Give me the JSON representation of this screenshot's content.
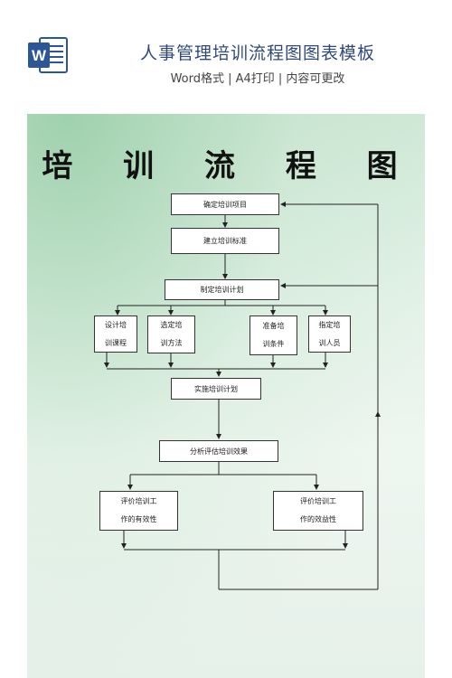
{
  "header": {
    "title": "人事管理培训流程图图表模板",
    "subtitle": "Word格式 | A4打印 | 内容可更改",
    "app_icon_letter": "W",
    "accent": "#2b5797"
  },
  "document": {
    "title": "培 训 流 程 图",
    "boxes": {
      "confirm_project": "确定培训项目",
      "set_standard": "建立培训标准",
      "make_plan": "制定培训计划",
      "design_course": [
        "设计培",
        "训课程"
      ],
      "choose_method": [
        "选定培",
        "训方法"
      ],
      "prepare_conditions": [
        "准备培",
        "训条件"
      ],
      "assign_staff": [
        "指定培",
        "训人员"
      ],
      "implement_plan": "实施培训计划",
      "analyze_effect": "分析评估培训效果",
      "eval_effectiveness": [
        "评价培训工",
        "作的有效性"
      ],
      "eval_benefit": [
        "评价培训工",
        "作的效益性"
      ]
    }
  }
}
